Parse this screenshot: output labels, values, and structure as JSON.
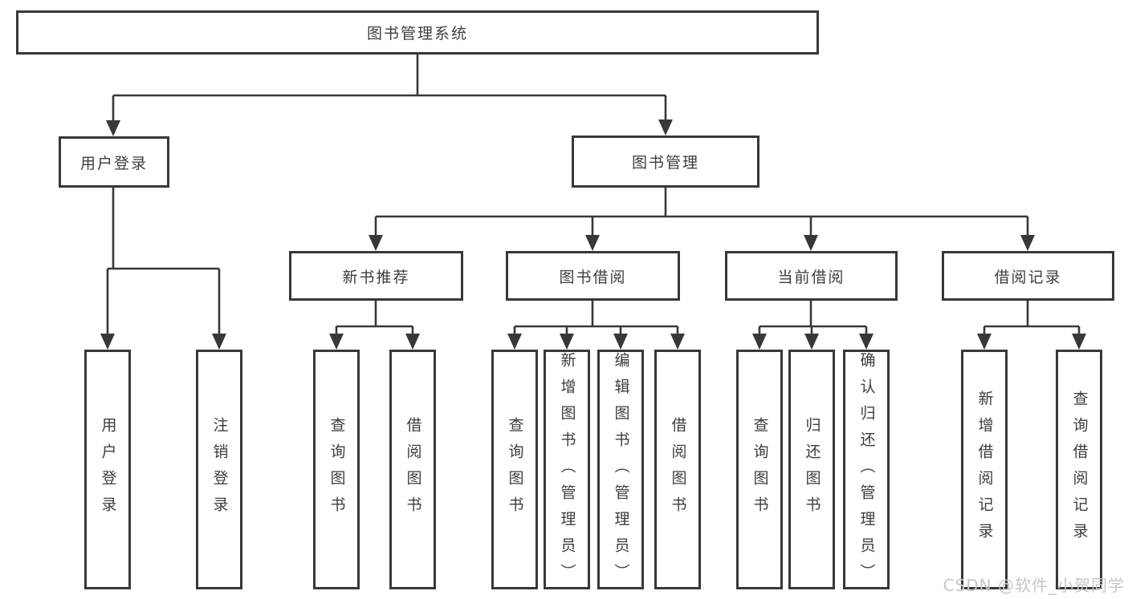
{
  "diagram_title": "图书管理系统",
  "watermark": "CSDN @软件_小贺同学",
  "colors": {
    "line": "#383838",
    "text": "#3d3d3d",
    "background": "#ffffff",
    "watermark": "#c6c6c6"
  },
  "tree": {
    "label": "图书管理系统",
    "children": [
      {
        "label": "用户登录",
        "children": [
          {
            "label": "用户登录"
          },
          {
            "label": "注销登录"
          }
        ]
      },
      {
        "label": "图书管理",
        "children": [
          {
            "label": "新书推荐",
            "children": [
              {
                "label": "查询图书"
              },
              {
                "label": "借阅图书"
              }
            ]
          },
          {
            "label": "图书借阅",
            "children": [
              {
                "label": "查询图书"
              },
              {
                "label": "新增图书（管理员）"
              },
              {
                "label": "编辑图书（管理员）"
              },
              {
                "label": "借阅图书"
              }
            ]
          },
          {
            "label": "当前借阅",
            "children": [
              {
                "label": "查询图书"
              },
              {
                "label": "归还图书"
              },
              {
                "label": "确认归还（管理员）"
              }
            ]
          },
          {
            "label": "借阅记录",
            "children": [
              {
                "label": "新增借阅记录"
              },
              {
                "label": "查询借阅记录"
              }
            ]
          }
        ]
      }
    ]
  }
}
